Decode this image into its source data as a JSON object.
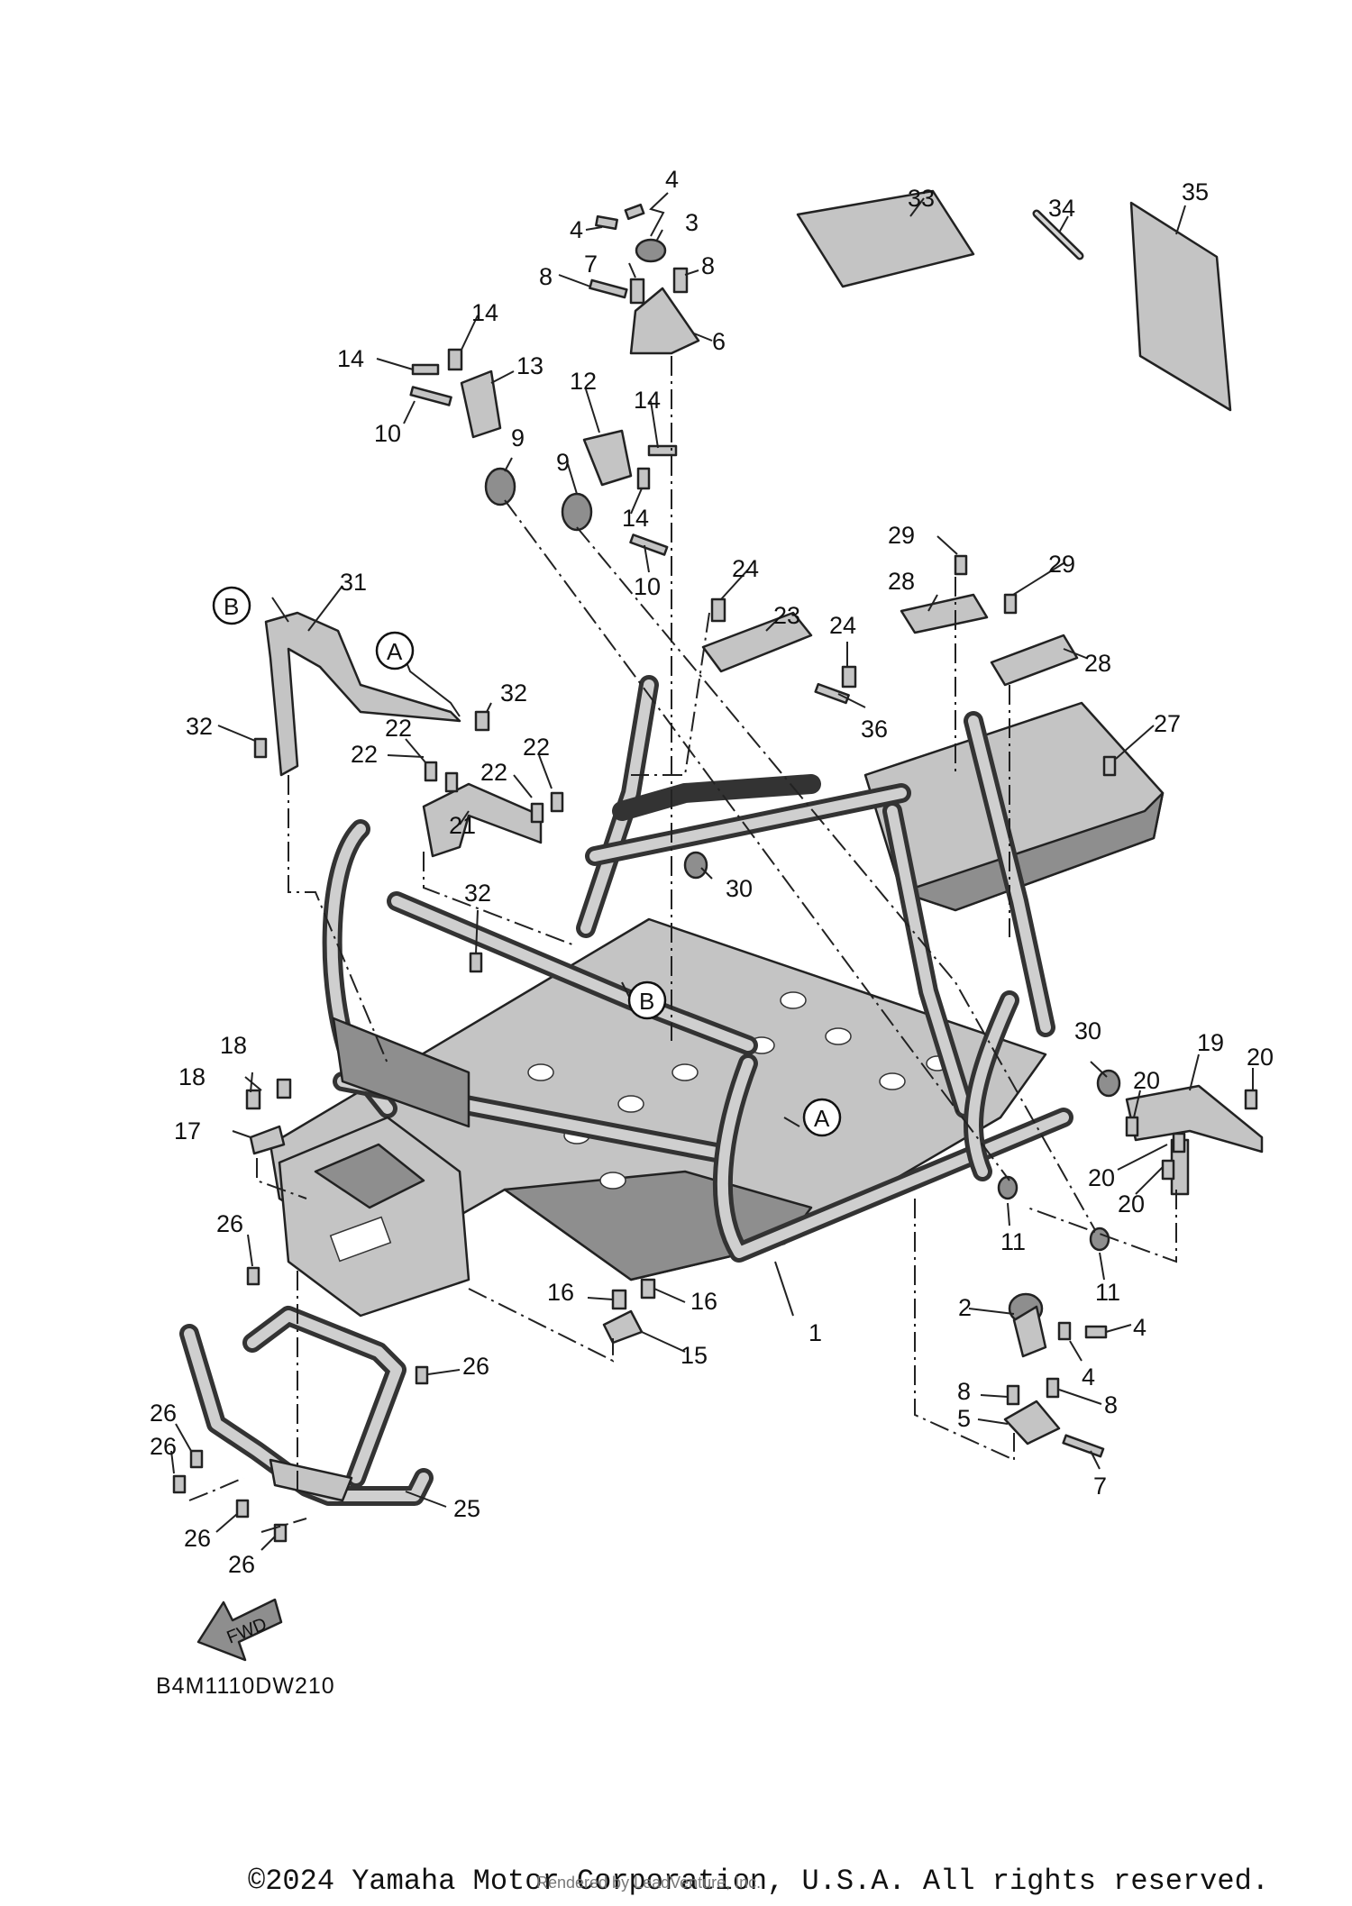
{
  "diagram": {
    "code": "B4M1110DW210",
    "fwd_label": "FWD",
    "references": [
      "A",
      "B"
    ],
    "callouts": [
      "1",
      "2",
      "3",
      "4",
      "5",
      "6",
      "7",
      "8",
      "9",
      "10",
      "11",
      "12",
      "13",
      "14",
      "15",
      "16",
      "17",
      "18",
      "19",
      "20",
      "21",
      "22",
      "23",
      "24",
      "25",
      "26",
      "27",
      "28",
      "29",
      "30",
      "31",
      "32",
      "33",
      "34",
      "35",
      "36"
    ]
  },
  "footer": {
    "copyright": "©2024 Yamaha Motor Corporation, U.S.A. All rights reserved.",
    "rendered_by": "Rendered by LeadVenture, Inc."
  },
  "colors": {
    "line": "#222222",
    "part_fill": "#c4c4c4",
    "part_dark": "#8e8e8e",
    "background": "#ffffff"
  }
}
